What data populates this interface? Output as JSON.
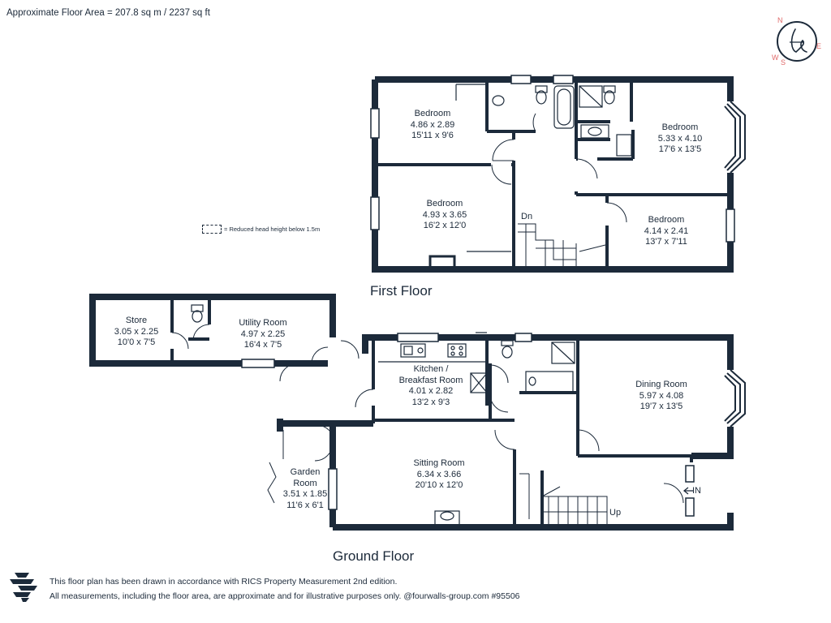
{
  "header": {
    "area_text": "Approximate Floor Area = 207.8 sq m / 2237 sq ft"
  },
  "compass": {
    "n": "N",
    "e": "E",
    "w": "W",
    "s": "S"
  },
  "legend": {
    "text": "= Reduced head height below 1.5m"
  },
  "first_floor": {
    "title": "First Floor",
    "rooms": [
      {
        "name": "Bedroom",
        "metric": "4.86 x 2.89",
        "imperial": "15'11 x 9'6"
      },
      {
        "name": "Bedroom",
        "metric": "5.33 x 4.10",
        "imperial": "17'6 x 13'5"
      },
      {
        "name": "Bedroom",
        "metric": "4.93 x 3.65",
        "imperial": "16'2 x 12'0"
      },
      {
        "name": "Bedroom",
        "metric": "4.14 x 2.41",
        "imperial": "13'7 x 7'11"
      }
    ],
    "stair_label": "Dn"
  },
  "ground_floor": {
    "title": "Ground Floor",
    "rooms": [
      {
        "name": "Store",
        "metric": "3.05 x 2.25",
        "imperial": "10'0 x 7'5"
      },
      {
        "name": "Utility Room",
        "metric": "4.97 x 2.25",
        "imperial": "16'4 x 7'5"
      },
      {
        "name": "Kitchen /",
        "name2": "Breakfast Room",
        "metric": "4.01 x 2.82",
        "imperial": "13'2 x 9'3"
      },
      {
        "name": "Dining Room",
        "metric": "5.97 x 4.08",
        "imperial": "19'7 x 13'5"
      },
      {
        "name": "Garden",
        "name2": "Room",
        "metric": "3.51 x 1.85",
        "imperial": "11'6 x 6'1"
      },
      {
        "name": "Sitting Room",
        "metric": "6.34 x 3.66",
        "imperial": "20'10 x 12'0"
      }
    ],
    "stair_label": "Up",
    "entrance_label": "IN"
  },
  "footer": {
    "line1": "This floor plan has been drawn in accordance with RICS Property Measurement 2nd edition.",
    "line2": "All measurements, including the floor area, are approximate and for illustrative purposes only. @fourwalls-group.com #95506"
  },
  "colors": {
    "wall": "#1c2a3a",
    "accent": "#e06a6a",
    "fixture": "#1c2a3a"
  }
}
